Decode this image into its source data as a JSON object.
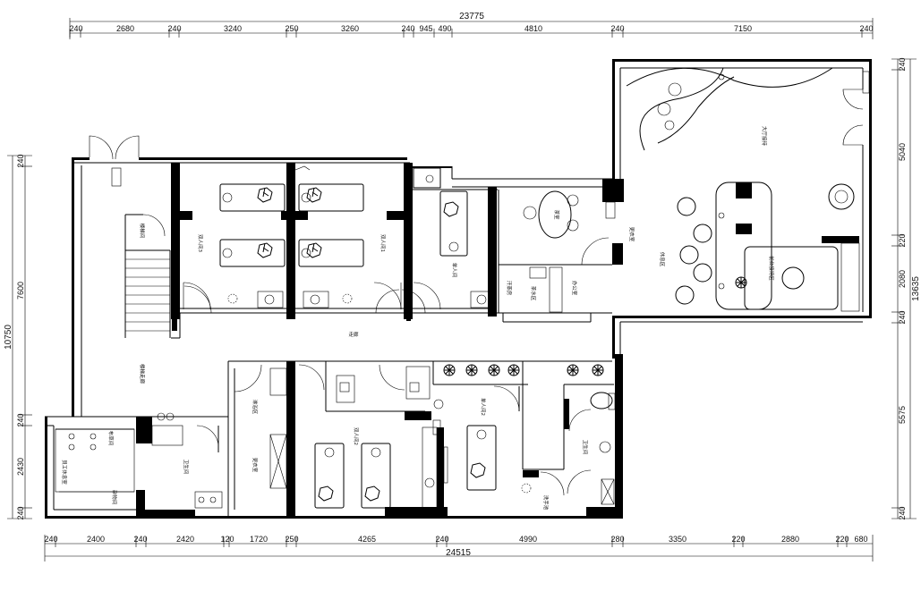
{
  "dimensions": {
    "top_total": "23775",
    "top": [
      "240",
      "2680",
      "240",
      "3240",
      "250",
      "3260",
      "240",
      "945",
      "490",
      "4810",
      "240",
      "7150",
      "240"
    ],
    "bottom_total": "24515",
    "bottom": [
      "240",
      "2400",
      "240",
      "2420",
      "120",
      "1720",
      "250",
      "4265",
      "240",
      "4990",
      "280",
      "3350",
      "220",
      "2880",
      "220",
      "680"
    ],
    "left_total": "10750",
    "left": [
      "240",
      "7600",
      "240",
      "2430",
      "240"
    ],
    "right_total": "13635",
    "right": [
      "240",
      "5040",
      "220",
      "2080",
      "240",
      "5575",
      "240"
    ]
  },
  "rooms": {
    "double_room_3": "双人间3",
    "double_room_1": "双人间1",
    "single_room": "单人间",
    "double_room_2": "双人间2",
    "single_room_2": "单人间2",
    "corridor": "走廊",
    "stair_corridor": "楼梯走廊",
    "tea_area": "茶水区",
    "reception": "前台接待区",
    "rest_area": "休息区",
    "lobby": "大厅接待",
    "staff_room": "员工休息室",
    "storage": "布草间",
    "utility": "杂物间",
    "wash": "淋浴区",
    "toilet": "卫生间",
    "changing": "更衣室",
    "sauna": "汗蒸房",
    "office": "办公室",
    "lounge": "茶室",
    "stair": "楼梯间",
    "basin": "洗手池"
  }
}
